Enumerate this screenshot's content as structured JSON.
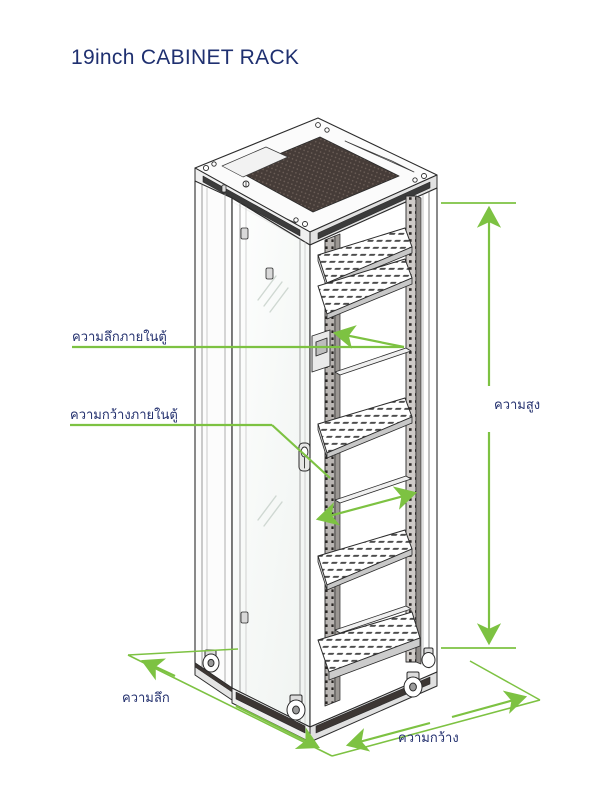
{
  "page": {
    "title": "19inch CABINET RACK",
    "background_color": "#ffffff",
    "title_color": "#1f3070"
  },
  "colors": {
    "dimension_line": "#7dc242",
    "label_text": "#23306e",
    "outline": "#2b2b2b",
    "panel_fill": "#fdfdfd",
    "shade_fill": "#e8e8e8",
    "mesh_dark": "#3a3330"
  },
  "dimensions": {
    "inner_depth": {
      "label": "ความลึกภายในตู้",
      "meaning": "internal depth",
      "leader": "horizontal-line-to-arrow",
      "arrow": "single"
    },
    "inner_width": {
      "label": "ความกว้างภายในตู้",
      "meaning": "internal width",
      "leader": "horizontal-line-to-arrow",
      "arrow": "double"
    },
    "height": {
      "label": "ความสูง",
      "meaning": "overall height",
      "orientation": "vertical",
      "arrow": "double"
    },
    "depth": {
      "label": "ความลึก",
      "meaning": "overall depth",
      "orientation": "floor-plane-diagonal",
      "arrow": "double"
    },
    "width": {
      "label": "ความกว้าง",
      "meaning": "overall width",
      "orientation": "floor-plane-diagonal",
      "arrow": "double"
    }
  },
  "drawing": {
    "subject": "19 inch server cabinet rack, isometric line drawing",
    "features": [
      "perforated top fan panel",
      "glass front door with handle and lock",
      "left side panel",
      "four perforated vent shelves",
      "two vertical punched mounting rails",
      "bottom vented base tray",
      "four swivel casters"
    ]
  }
}
